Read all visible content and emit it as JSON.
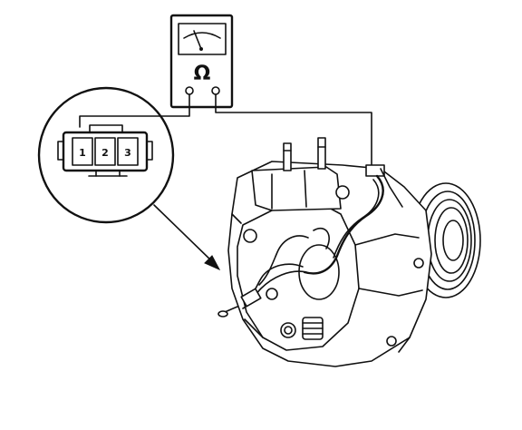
{
  "meter": {
    "symbol": "Ω",
    "icon": "ohmmeter-icon"
  },
  "connector": {
    "terminals": [
      "1",
      "2",
      "3"
    ],
    "icon": "three-pin-connector-icon"
  },
  "component": {
    "icon": "ac-compressor-icon"
  },
  "colors": {
    "ink": "#111111",
    "paper": "#ffffff"
  }
}
